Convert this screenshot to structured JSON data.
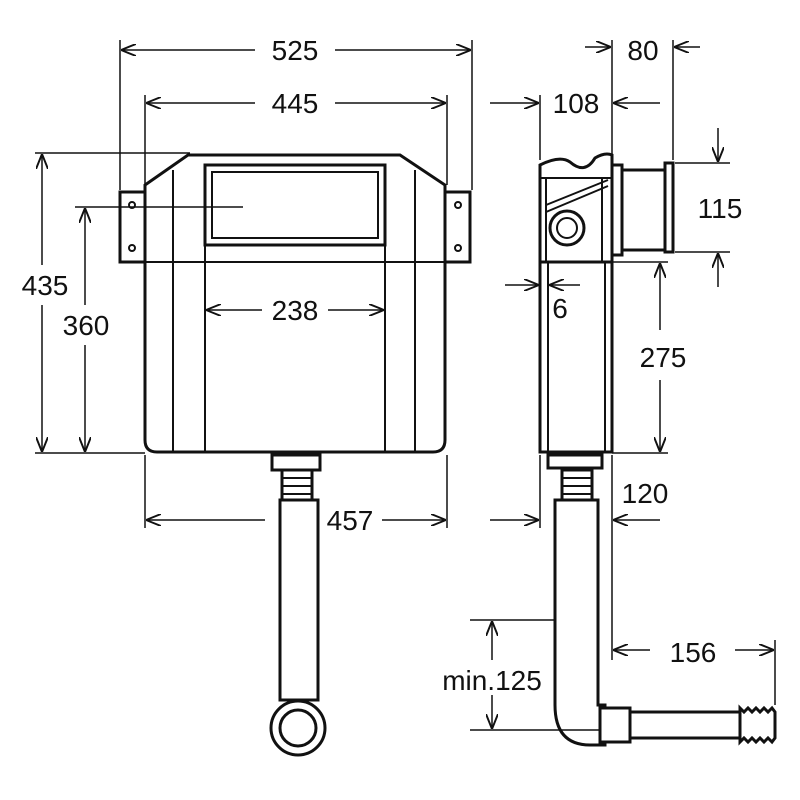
{
  "dimensions": {
    "front_width_overall": "525",
    "front_width_body": "445",
    "front_height_overall": "435",
    "front_height_outlet": "360",
    "front_window_width": "238",
    "front_width_base": "457",
    "side_depth_top": "80",
    "side_depth_body": "108",
    "side_inlet_height": "115",
    "side_offset": "6",
    "side_body_height": "275",
    "side_pipe_offset": "120",
    "side_outlet_length": "156",
    "side_min_bend": "min.125"
  },
  "colors": {
    "line": "#111111",
    "background": "#ffffff"
  }
}
